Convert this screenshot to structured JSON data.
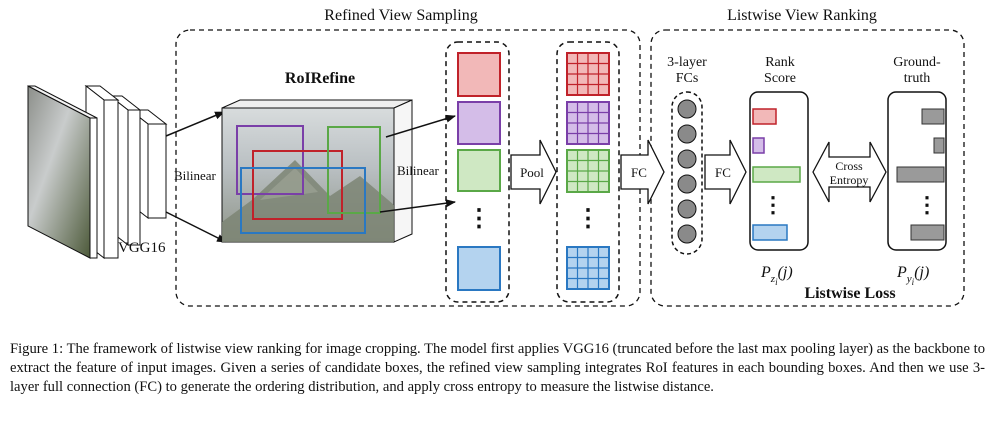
{
  "sections": {
    "sampling": "Refined View Sampling",
    "ranking": "Listwise View Ranking"
  },
  "labels": {
    "roirefine": "RoIRefine",
    "bilinear": "Bilinear",
    "vgg": "VGG16",
    "pool": "Pool",
    "fc": "FC",
    "fc_layers_1": "3-layer",
    "fc_layers_2": "FCs",
    "rank_score_1": "Rank",
    "rank_score_2": "Score",
    "ground_truth_1": "Ground-",
    "ground_truth_2": "truth",
    "cross_entropy_1": "Cross",
    "cross_entropy_2": "Entropy",
    "pz_main": "P",
    "pz_sub": "z",
    "pz_subsub": "i",
    "pz_arg": "(j)",
    "py_main": "P",
    "py_sub": "y",
    "py_subsub": "i",
    "py_arg": "(j)",
    "listwise_loss": "Listwise Loss",
    "ellipsis": "⋮"
  },
  "colors": {
    "red": "#c0222a",
    "red_fill": "#f2b8b8",
    "purple": "#7a3fa8",
    "purple_fill": "#d4bde8",
    "green": "#5aa847",
    "green_fill": "#cfe8c3",
    "blue": "#2a78c2",
    "blue_fill": "#b4d3ef",
    "gray_bar": "#9a9a9a"
  },
  "caption": "Figure 1: The framework of listwise view ranking for image cropping. The model first applies VGG16 (truncated before the last max pooling layer) as the backbone to extract the feature of input images. Given a series of candidate boxes, the refined view sampling integrates RoI features in each bounding boxes. And then we use 3-layer full connection (FC) to generate the ordering distribution, and apply cross entropy to measure the listwise distance."
}
